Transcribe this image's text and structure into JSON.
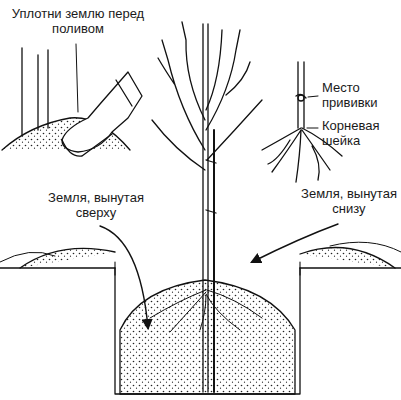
{
  "diagram": {
    "labels": [
      "Уплотни землю перед поливом",
      "Место прививки",
      "Корневая шейка",
      "Земля, вынутая сверху",
      "Земля, вынутая снизу"
    ]
  }
}
